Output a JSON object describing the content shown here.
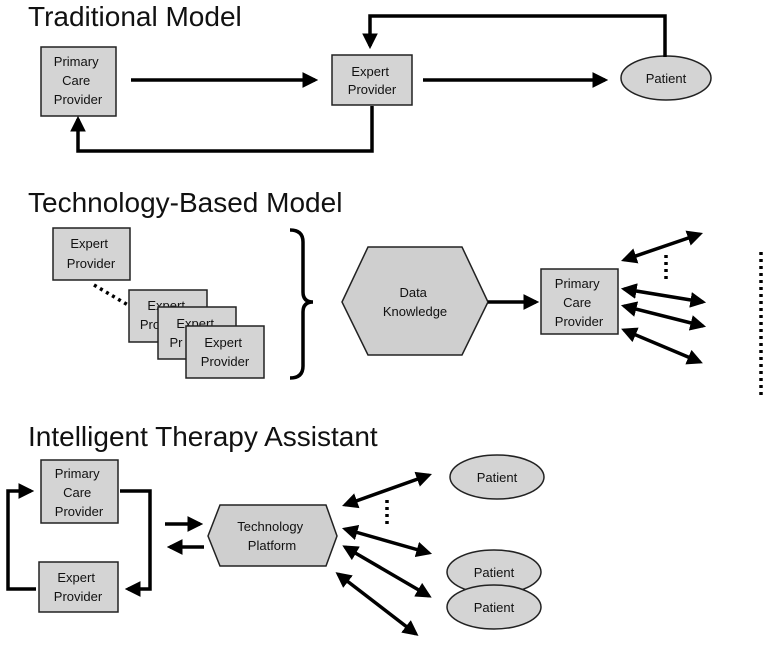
{
  "titles": {
    "traditional": "Traditional Model",
    "technology": "Technology-Based Model",
    "ita": "Intelligent Therapy Assistant"
  },
  "traditional": {
    "pcp": [
      "Primary",
      "Care",
      "Provider"
    ],
    "expert": [
      "Expert",
      "Provider"
    ],
    "patient": "Patient"
  },
  "technology": {
    "expert_top": [
      "Expert",
      "Provider"
    ],
    "expert_back1": [
      "Expert",
      "Pro"
    ],
    "expert_back2": [
      "Expert",
      "Pr"
    ],
    "expert_front": [
      "Expert",
      "Provider"
    ],
    "hex": [
      "Data",
      "Knowledge"
    ],
    "pcp": [
      "Primary",
      "Care",
      "Provider"
    ]
  },
  "ita": {
    "pcp": [
      "Primary",
      "Care",
      "Provider"
    ],
    "expert": [
      "Expert",
      "Provider"
    ],
    "platform": [
      "Technology",
      "Platform"
    ],
    "patient1": "Patient",
    "patient2": "Patient",
    "patient3": "Patient"
  }
}
